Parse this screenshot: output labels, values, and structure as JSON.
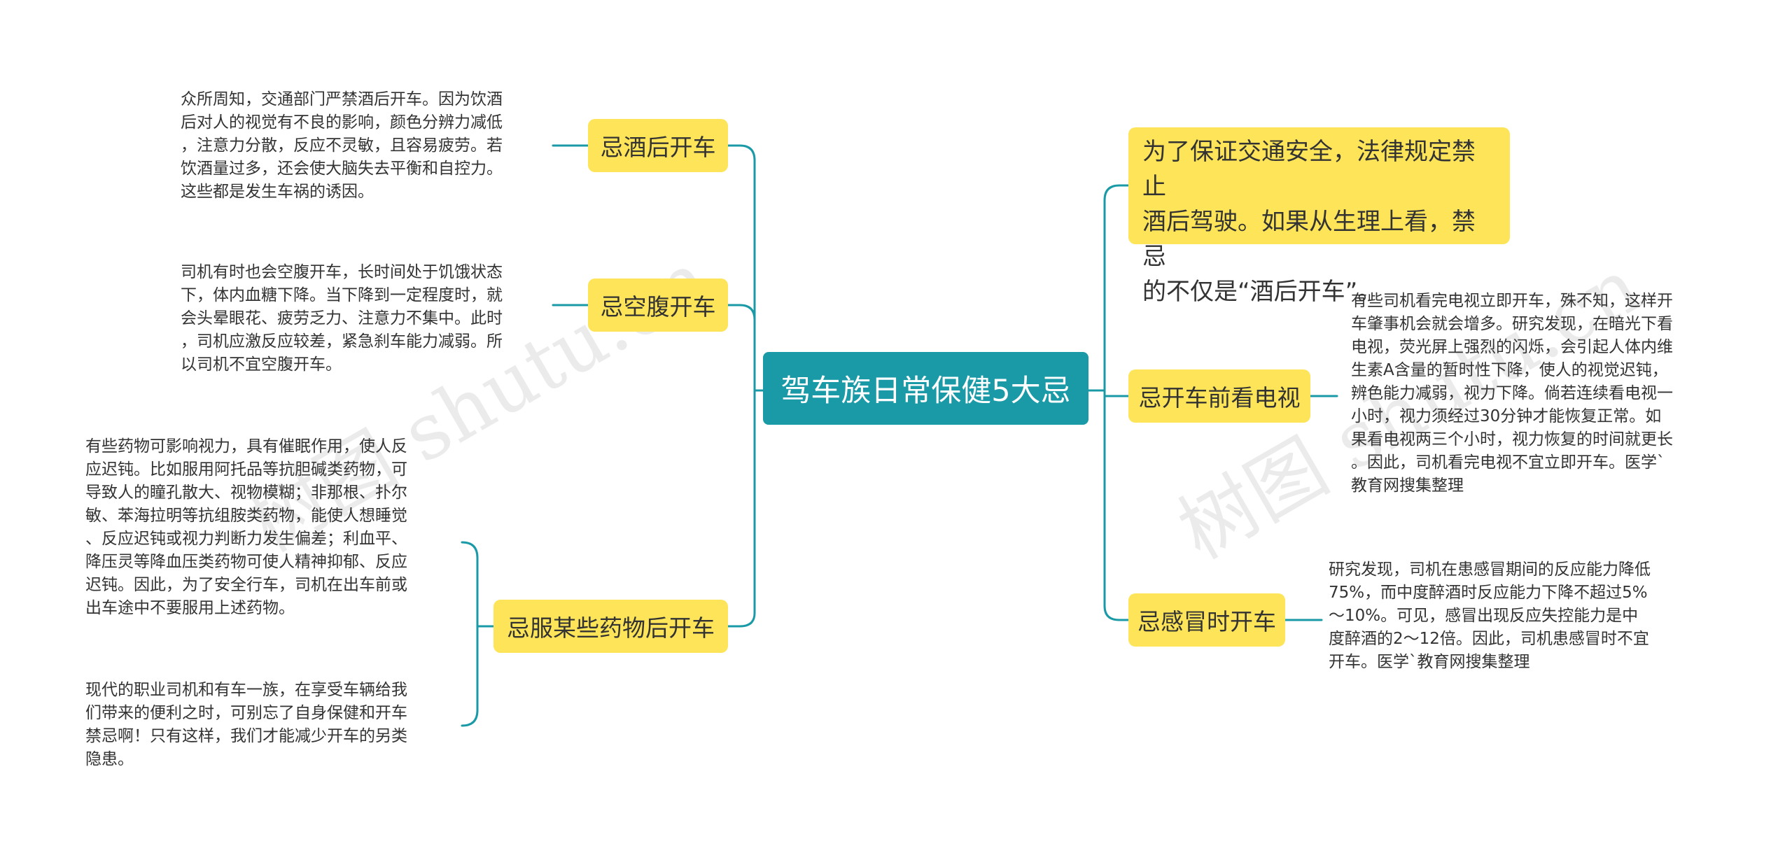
{
  "root": {
    "label": "驾车族日常保健5大忌"
  },
  "left_branches": [
    {
      "label": "忌酒后开车",
      "details": [
        "众所周知，交通部门严禁酒后开车。因为饮酒\n后对人的视觉有不良的影响，颜色分辨力减低\n，注意力分散，反应不灵敏，且容易疲劳。若\n饮酒量过多，还会使大脑失去平衡和自控力。\n这些都是发生车祸的诱因。"
      ]
    },
    {
      "label": "忌空腹开车",
      "details": [
        "司机有时也会空腹开车，长时间处于饥饿状态\n下，体内血糖下降。当下降到一定程度时，就\n会头晕眼花、疲劳乏力、注意力不集中。此时\n，司机应激反应较差，紧急刹车能力减弱。所\n以司机不宜空腹开车。"
      ]
    },
    {
      "label": "忌服某些药物后开车",
      "details": [
        "有些药物可影响视力，具有催眠作用，使人反\n应迟钝。比如服用阿托品等抗胆碱类药物，可\n导致人的瞳孔散大、视物模糊；非那根、扑尔\n敏、苯海拉明等抗组胺类药物，能使人想睡觉\n、反应迟钝或视力判断力发生偏差；利血平、\n降压灵等降血压类药物可使人精神抑郁、反应\n迟钝。因此，为了安全行车，司机在出车前或\n出车途中不要服用上述药物。",
        "现代的职业司机和有车一族，在享受车辆给我\n们带来的便利之时，可别忘了自身保健和开车\n禁忌啊！只有这样，我们才能减少开车的另类\n隐患。"
      ]
    }
  ],
  "right_branches": [
    {
      "label": "为了保证交通安全，法律规定禁止\n酒后驾驶。如果从生理上看，禁忌\n的不仅是“酒后开车”。",
      "details": []
    },
    {
      "label": "忌开车前看电视",
      "details": [
        "有些司机看完电视立即开车，殊不知，这样开\n车肇事机会就会增多。研究发现，在暗光下看\n电视，荧光屏上强烈的闪烁，会引起人体内维\n生素A含量的暂时性下降，使人的视觉迟钝，\n辨色能力减弱，视力下降。倘若连续看电视一\n小时，视力须经过30分钟才能恢复正常。如\n果看电视两三个小时，视力恢复的时间就更长\n。因此，司机看完电视不宜立即开车。医学`\n教育网搜集整理"
      ]
    },
    {
      "label": "忌感冒时开车",
      "details": [
        "研究发现，司机在患感冒期间的反应能力降低\n75%，而中度醉酒时反应能力下降不超过5%\n～10%。可见，感冒出现反应失控能力是中\n度醉酒的2～12倍。因此，司机患感冒时不宜\n开车。医学`教育网搜集整理"
      ]
    }
  ],
  "watermark": [
    "树图 shutu.cn",
    "树图 shutu.cn"
  ],
  "colors": {
    "root_fill": "#1a9aa6",
    "branch_fill": "#fde458",
    "connector": "#1a9aa6",
    "text": "#333333"
  }
}
